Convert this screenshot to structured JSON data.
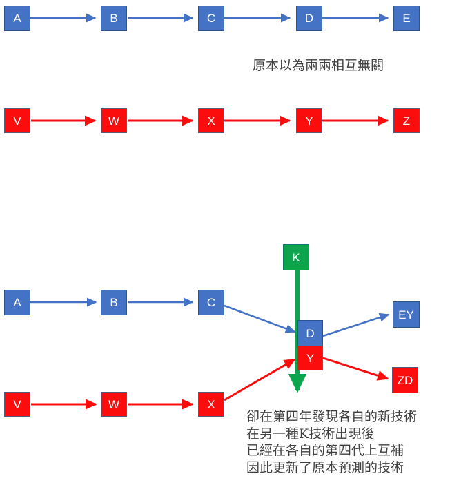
{
  "diagram": {
    "title_caption": "原本以為兩兩相互無關",
    "colors": {
      "blue": "#4472C4",
      "blue_border": "#2E528F",
      "red": "#FC0D0D",
      "red_border": "#5A5A7A",
      "green": "#0DA44E",
      "green_border": "#16786A",
      "text": "#3F3F3F",
      "node_label": "#FFFFFF"
    },
    "top_section": {
      "blue_chain": {
        "nodes": [
          {
            "label": "A"
          },
          {
            "label": "B"
          },
          {
            "label": "C"
          },
          {
            "label": "D"
          },
          {
            "label": "E"
          }
        ]
      },
      "red_chain": {
        "nodes": [
          {
            "label": "V"
          },
          {
            "label": "W"
          },
          {
            "label": "X"
          },
          {
            "label": "Y"
          },
          {
            "label": "Z"
          }
        ]
      }
    },
    "bottom_section": {
      "blue_chain": {
        "nodes": [
          {
            "label": "A"
          },
          {
            "label": "B"
          },
          {
            "label": "C"
          }
        ]
      },
      "red_chain": {
        "nodes": [
          {
            "label": "V"
          },
          {
            "label": "W"
          },
          {
            "label": "X"
          }
        ]
      },
      "merge_stack": {
        "top": {
          "label": "D"
        },
        "bottom": {
          "label": "Y"
        }
      },
      "catalyst": {
        "label": "K"
      },
      "outputs": {
        "blue": {
          "label": "EY"
        },
        "red": {
          "label": "ZD"
        }
      }
    },
    "bottom_caption": {
      "line1": "卻在第四年發現各自的新技術",
      "line2": "在另一種K技術出現後",
      "line3": "已經在各自的第四代上互補",
      "line4": "因此更新了原本預測的技術"
    }
  }
}
